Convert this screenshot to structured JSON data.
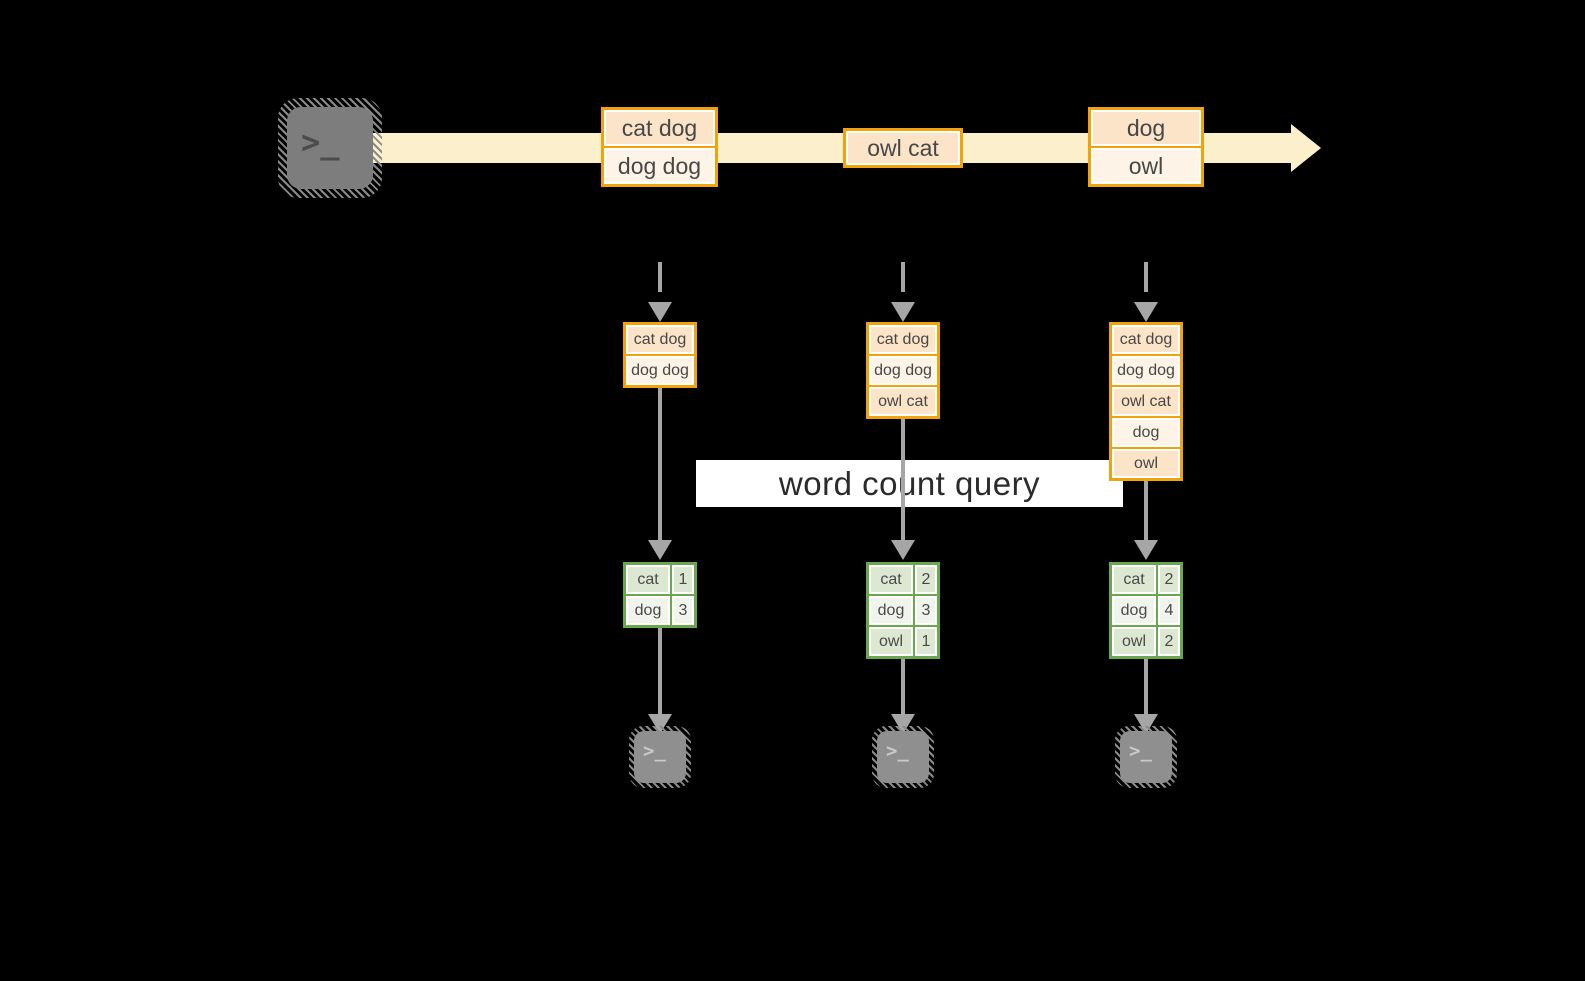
{
  "banner": {
    "label": "word count query"
  },
  "stream": {
    "events": [
      {
        "lines": [
          "cat dog",
          "dog dog"
        ]
      },
      {
        "lines": [
          "owl cat"
        ]
      },
      {
        "lines": [
          "dog",
          "owl"
        ]
      }
    ]
  },
  "columns": [
    {
      "buffer": [
        "cat dog",
        "dog dog"
      ],
      "counts": [
        [
          "cat",
          "1"
        ],
        [
          "dog",
          "3"
        ]
      ]
    },
    {
      "buffer": [
        "cat dog",
        "dog dog",
        "owl cat"
      ],
      "counts": [
        [
          "cat",
          "2"
        ],
        [
          "dog",
          "3"
        ],
        [
          "owl",
          "1"
        ]
      ]
    },
    {
      "buffer": [
        "cat dog",
        "dog dog",
        "owl cat",
        "dog",
        "owl"
      ],
      "counts": [
        [
          "cat",
          "2"
        ],
        [
          "dog",
          "4"
        ],
        [
          "owl",
          "2"
        ]
      ]
    }
  ],
  "icons": {
    "terminal_prompt": ">_"
  },
  "colors": {
    "background": "#000000",
    "stream_arrow": "#fcf0cc",
    "orange_border": "#f0a30a",
    "peach_dark": "#fce4c8",
    "peach_light": "#fdf3e6",
    "green_border": "#6aa84f",
    "green_cell_dark": "#dce8d2",
    "green_cell_light": "#f0f4ec",
    "arrow_gray": "#a6a6a6",
    "banner_bg": "#ffffff"
  }
}
